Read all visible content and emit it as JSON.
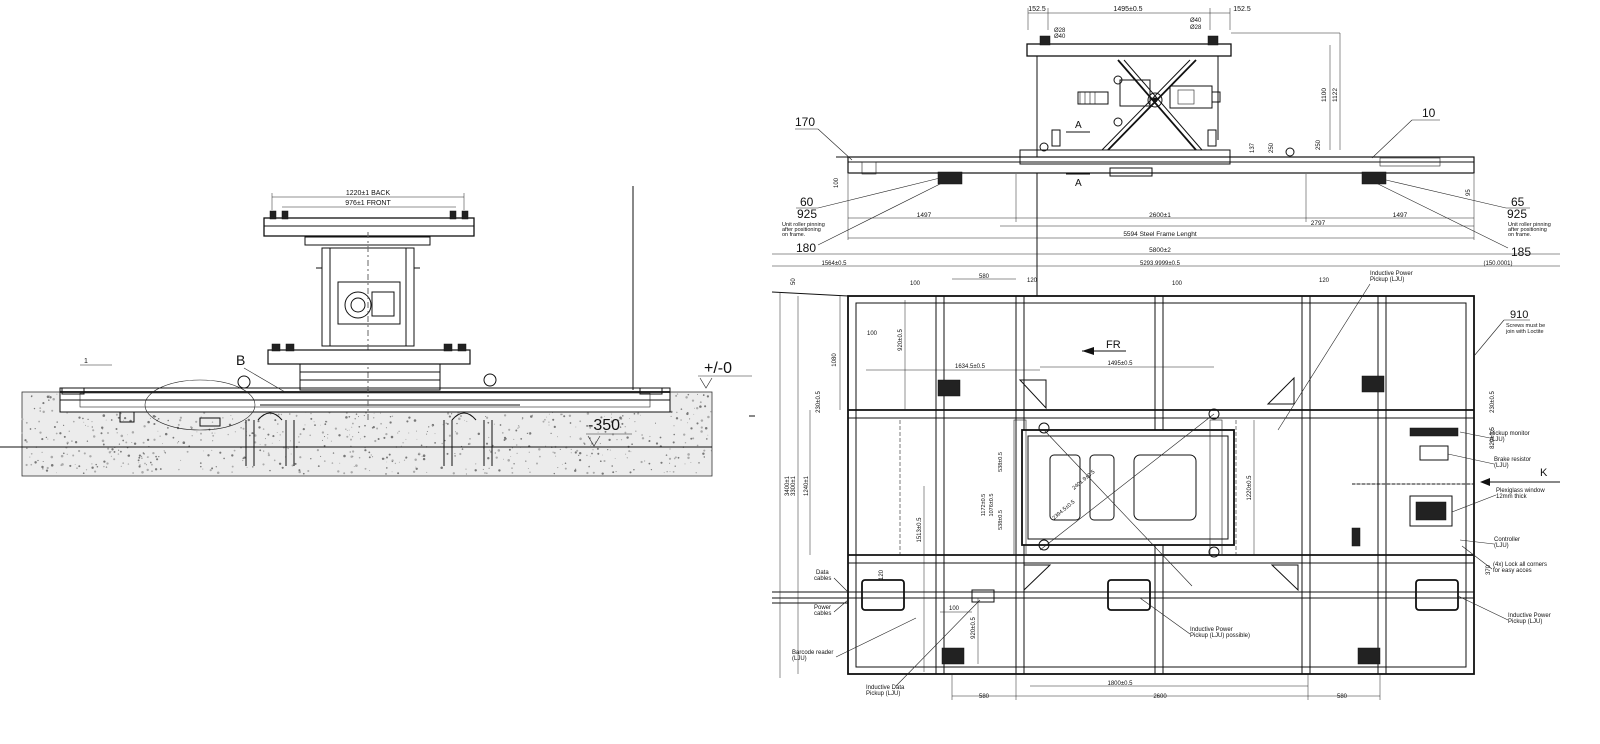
{
  "side_view": {
    "width_back": "1220±1 BACK",
    "width_front": "976±1 FRONT",
    "detail_b": "B",
    "tolerance": "+/-0",
    "depth": "-350",
    "floor_mark": "1"
  },
  "top_view": {
    "dim_left_end": "152.5",
    "dim_top_width": "1495±0.5",
    "dim_right_end": "152.5",
    "hole_l1": "Ø28",
    "hole_l2": "Ø40",
    "hole_r1": "Ø40",
    "hole_r2": "Ø28",
    "height_1100": "1100",
    "height_1122": "1122",
    "section_a_top": "A",
    "section_a_bottom": "A",
    "dim_137": "137",
    "dim_250a": "250",
    "dim_250b": "250",
    "dim_100": "100",
    "dim_95": "95",
    "item_170": "170",
    "item_10": "10",
    "item_60": "60",
    "item_925_left": "925",
    "item_65": "65",
    "item_925_right": "925",
    "item_180": "180",
    "item_185": "185",
    "note_roller_left": [
      "Unit roller pinning",
      "after positioning",
      "on frame."
    ],
    "note_roller_right": [
      "Unit roller pinning",
      "after positioning",
      "on frame."
    ],
    "dim_1497_left": "1497",
    "dim_2600": "2600±1",
    "dim_2797": "2797",
    "dim_1497_right": "1497",
    "frame_length": "5594 Steel Frame Lenght"
  },
  "plan_view": {
    "overall_length": "5800±2",
    "dim_1564": "1564±0.5",
    "dim_5293": "5293.9999±0.5",
    "dim_150": "(150.0001)",
    "dim_50": "50",
    "dim_580_top": "580",
    "dim_120_top_l": "120",
    "dim_100_top_l": "100",
    "dim_100_top_r": "100",
    "dim_120_top_r": "120",
    "dim_100_side": "100",
    "dim_1080": "1080",
    "dim_920": "920±0.5",
    "dim_230_left": "230±0.5",
    "dim_1634": "1634.5±0.5",
    "dim_1495": "1495±0.5",
    "dim_230_right": "230±0.5",
    "dim_3400": "3400±1",
    "dim_3300": "3300±1",
    "dim_1240": "1240±1",
    "dim_1513": "1513±0.5",
    "dim_120_low": "120",
    "dim_100_low": "100",
    "dim_920_low": "920±0.5",
    "dim_1172": "1172±0.5",
    "dim_1076": "1076±0.5",
    "dim_538_a": "538±0.5",
    "dim_538_b": "538±0.5",
    "dim_1220": "1220±0.5",
    "dim_820": "820±0.5",
    "dim_diag_a": "2401.9±0.5",
    "dim_diag_b": "2394.5±0.5",
    "dim_370": "370",
    "direction": "FR",
    "section_k": "K",
    "item_910": "910",
    "note_910": [
      "Screws must be",
      "join with Loctite"
    ],
    "label_ipp_top": [
      "Inductive Power",
      "Pickup (LJU)"
    ],
    "label_pickup_monitor": [
      "Pickup monitor",
      "(LJU)"
    ],
    "label_brake_resistor": [
      "Brake resistor",
      "(LJU)"
    ],
    "label_plexiglass": [
      "Plexiglass window",
      "12mm thick"
    ],
    "label_controller": [
      "Controller",
      "(LJU)"
    ],
    "label_lock": [
      "(4x) Lock all corners",
      "for easy acces"
    ],
    "label_ipp_right": [
      "Inductive Power",
      "Pickup (LJU)"
    ],
    "label_data_cables": [
      "Data",
      "cables"
    ],
    "label_power_cables": [
      "Power",
      "cables"
    ],
    "label_barcode": [
      "Barcode reader",
      "(LJU)"
    ],
    "label_ipp_possible": [
      "Inductive Power",
      "Pickup (LJU) possible)"
    ],
    "label_data_pickup": [
      "Inductive Data",
      "Pickup (LJU)"
    ],
    "dim_1800": "1800±0.5",
    "dim_2600_bottom": "2600",
    "dim_580_bl": "580",
    "dim_580_br": "580"
  }
}
